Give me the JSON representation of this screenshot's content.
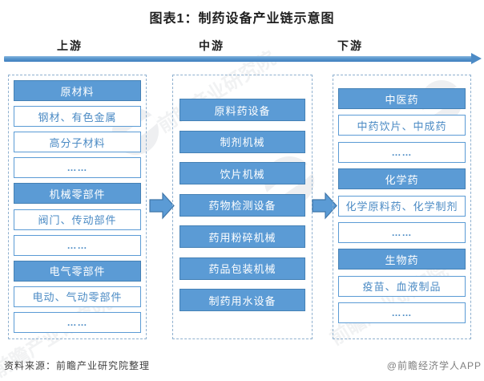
{
  "title": "图表1：制药设备产业链示意图",
  "stages": [
    {
      "label": "上游"
    },
    {
      "label": "中游"
    },
    {
      "label": "下游"
    }
  ],
  "columns": [
    {
      "name": "上游",
      "items": [
        {
          "type": "header",
          "label": "原材料"
        },
        {
          "type": "item",
          "label": "钢材、有色金属"
        },
        {
          "type": "item",
          "label": "高分子材料"
        },
        {
          "type": "dots",
          "label": "……"
        },
        {
          "type": "header",
          "label": "机械零部件"
        },
        {
          "type": "item",
          "label": "阀门、传动部件"
        },
        {
          "type": "dots",
          "label": "……"
        },
        {
          "type": "header",
          "label": "电气零部件"
        },
        {
          "type": "item",
          "label": "电动、气动零部件"
        },
        {
          "type": "dots",
          "label": "……"
        }
      ]
    },
    {
      "name": "中游",
      "items": [
        {
          "type": "solid",
          "label": "原料药设备"
        },
        {
          "type": "solid",
          "label": "制剂机械"
        },
        {
          "type": "solid",
          "label": "饮片机械"
        },
        {
          "type": "solid",
          "label": "药物检测设备"
        },
        {
          "type": "solid",
          "label": "药用粉碎机械"
        },
        {
          "type": "solid",
          "label": "药品包装机械"
        },
        {
          "type": "solid",
          "label": "制药用水设备"
        }
      ]
    },
    {
      "name": "下游",
      "items": [
        {
          "type": "header",
          "label": "中医药"
        },
        {
          "type": "item",
          "label": "中药饮片、中成药"
        },
        {
          "type": "dots",
          "label": "……"
        },
        {
          "type": "header",
          "label": "化学药"
        },
        {
          "type": "item",
          "label": "化学原料药、化学制剂"
        },
        {
          "type": "dots",
          "label": "……"
        },
        {
          "type": "header",
          "label": "生物药"
        },
        {
          "type": "item",
          "label": "疫苗、血液制品"
        },
        {
          "type": "dots",
          "label": "……"
        }
      ]
    }
  ],
  "footer": {
    "source": "资料来源：前瞻产业研究院整理",
    "credit": "@前瞻经济学人APP"
  },
  "watermark": {
    "text": "前瞻产业研究院"
  },
  "colors": {
    "primary": "#5b9bd5",
    "primary_border": "#4581b5",
    "arrow": "#4d8bc6",
    "dashed_border": "#8fb0cf"
  }
}
